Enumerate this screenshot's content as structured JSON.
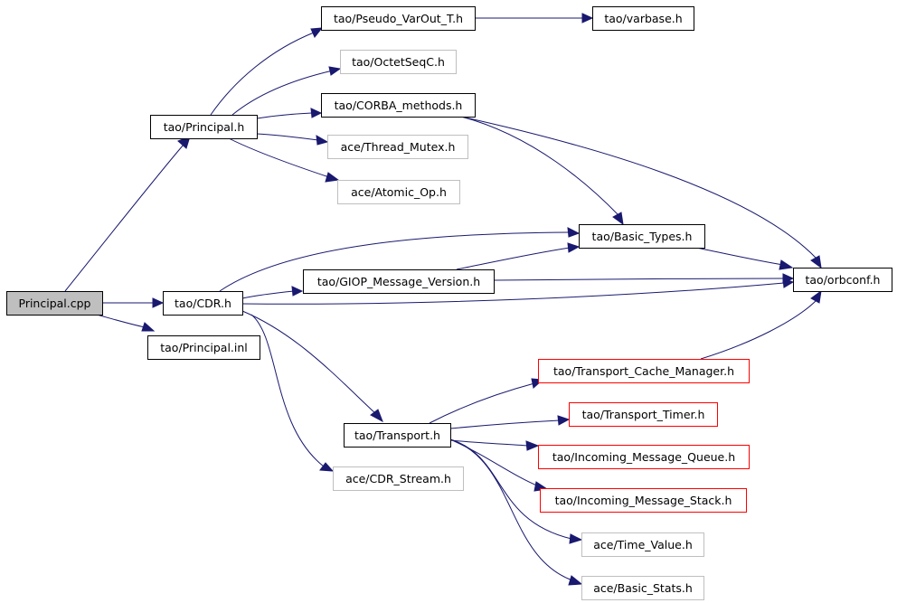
{
  "colors": {
    "edge": "#191970",
    "root_fill": "#bfbfbf",
    "border_normal": "#000000",
    "border_incomplete": "#ff0000",
    "border_missing": "#bfbfbf",
    "text": "#000000"
  },
  "nodes": [
    {
      "id": "principal_cpp",
      "label": "Principal.cpp",
      "kind": "root"
    },
    {
      "id": "principal_h",
      "label": "tao/Principal.h",
      "kind": "normal"
    },
    {
      "id": "cdr_h",
      "label": "tao/CDR.h",
      "kind": "normal"
    },
    {
      "id": "principal_inl",
      "label": "tao/Principal.inl",
      "kind": "normal"
    },
    {
      "id": "pseudo_varout",
      "label": "tao/Pseudo_VarOut_T.h",
      "kind": "normal"
    },
    {
      "id": "varbase",
      "label": "tao/varbase.h",
      "kind": "normal"
    },
    {
      "id": "octetseqc",
      "label": "tao/OctetSeqC.h",
      "kind": "missing"
    },
    {
      "id": "corba_methods",
      "label": "tao/CORBA_methods.h",
      "kind": "normal"
    },
    {
      "id": "thread_mutex",
      "label": "ace/Thread_Mutex.h",
      "kind": "missing"
    },
    {
      "id": "atomic_op",
      "label": "ace/Atomic_Op.h",
      "kind": "missing"
    },
    {
      "id": "basic_types",
      "label": "tao/Basic_Types.h",
      "kind": "normal"
    },
    {
      "id": "giop_version",
      "label": "tao/GIOP_Message_Version.h",
      "kind": "normal"
    },
    {
      "id": "orbconf",
      "label": "tao/orbconf.h",
      "kind": "normal"
    },
    {
      "id": "transport_cache",
      "label": "tao/Transport_Cache_Manager.h",
      "kind": "incomplete"
    },
    {
      "id": "transport_timer",
      "label": "tao/Transport_Timer.h",
      "kind": "incomplete"
    },
    {
      "id": "transport",
      "label": "tao/Transport.h",
      "kind": "normal"
    },
    {
      "id": "incoming_queue",
      "label": "tao/Incoming_Message_Queue.h",
      "kind": "incomplete"
    },
    {
      "id": "cdr_stream",
      "label": "ace/CDR_Stream.h",
      "kind": "missing"
    },
    {
      "id": "incoming_stack",
      "label": "tao/Incoming_Message_Stack.h",
      "kind": "incomplete"
    },
    {
      "id": "time_value",
      "label": "ace/Time_Value.h",
      "kind": "missing"
    },
    {
      "id": "basic_stats",
      "label": "ace/Basic_Stats.h",
      "kind": "missing"
    }
  ],
  "edges": [
    {
      "from": "principal_cpp",
      "to": "principal_h"
    },
    {
      "from": "principal_cpp",
      "to": "cdr_h"
    },
    {
      "from": "principal_cpp",
      "to": "principal_inl"
    },
    {
      "from": "principal_h",
      "to": "pseudo_varout"
    },
    {
      "from": "principal_h",
      "to": "octetseqc"
    },
    {
      "from": "principal_h",
      "to": "corba_methods"
    },
    {
      "from": "principal_h",
      "to": "thread_mutex"
    },
    {
      "from": "principal_h",
      "to": "atomic_op"
    },
    {
      "from": "pseudo_varout",
      "to": "varbase"
    },
    {
      "from": "corba_methods",
      "to": "basic_types"
    },
    {
      "from": "corba_methods",
      "to": "orbconf"
    },
    {
      "from": "basic_types",
      "to": "orbconf"
    },
    {
      "from": "cdr_h",
      "to": "basic_types"
    },
    {
      "from": "cdr_h",
      "to": "giop_version"
    },
    {
      "from": "cdr_h",
      "to": "orbconf"
    },
    {
      "from": "cdr_h",
      "to": "transport"
    },
    {
      "from": "cdr_h",
      "to": "cdr_stream"
    },
    {
      "from": "giop_version",
      "to": "basic_types"
    },
    {
      "from": "giop_version",
      "to": "orbconf"
    },
    {
      "from": "transport_cache",
      "to": "orbconf"
    },
    {
      "from": "transport",
      "to": "transport_cache"
    },
    {
      "from": "transport",
      "to": "transport_timer"
    },
    {
      "from": "transport",
      "to": "incoming_queue"
    },
    {
      "from": "transport",
      "to": "incoming_stack"
    },
    {
      "from": "transport",
      "to": "time_value"
    },
    {
      "from": "transport",
      "to": "basic_stats"
    }
  ]
}
